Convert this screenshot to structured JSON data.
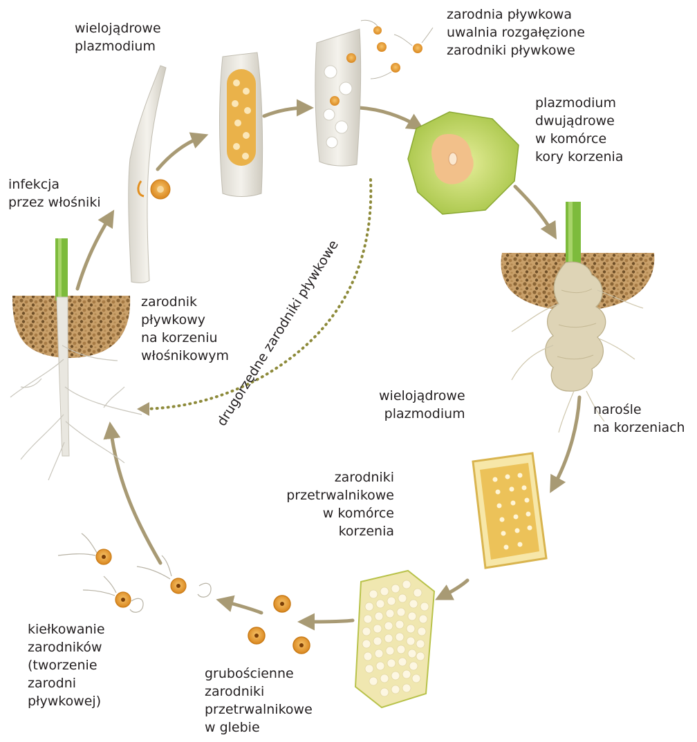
{
  "labels": {
    "multinucleate_plasmodium_top": "wielojądrowe\nplazmodium",
    "zoosporangium_release": "zarodnia pływkowa\nuwalnia rozgałęzione\nzarodniki pływkowe",
    "binucleate_plasmodium": "plazmodium\ndwujądrowe\nw komórce\nkory korzenia",
    "root_hair_infection": "infekcja\nprzez włośniki",
    "zoospore_on_root_hair": "zarodnik\npływkowy\nna korzeniu\nwłośnikowym",
    "secondary_zoospores": "drugorzędne zarodniki pływkowe",
    "multinucleate_plasmodium_mid": "wielojądrowe\nplazmodium",
    "root_galls": "narośle\nna korzeniach",
    "resting_spores_in_cell": "zarodniki\nprzetrwalnikowe\nw komórce\nkorzenia",
    "spore_germination": "kiełkowanie\nzarodników\n(tworzenie\nzarodni\npływkowej)",
    "thick_walled_resting_spores": "grubościenne\nzarodniki\nprzetrwalnikowe\nw glebie"
  },
  "colors": {
    "arrow": "#a89a74",
    "soil": "#b98a4e",
    "soil_dark": "#7a5a30",
    "stem_green": "#7dbb3c",
    "root_white": "#eceae4",
    "cell_yellow": "#f3d58a",
    "cell_orange": "#e8a93a",
    "spore_orange": "#e79a2b",
    "cortex_green": "#c9dc6a",
    "gall": "#ddd3b8",
    "text": "#231f20"
  }
}
